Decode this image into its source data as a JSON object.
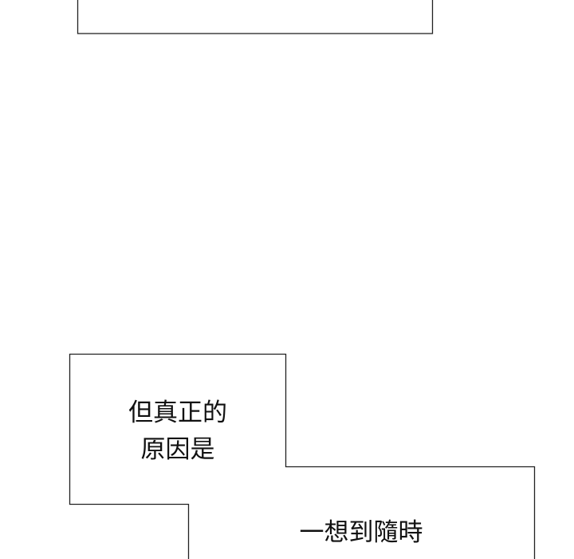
{
  "bubble_1": {
    "lines": [
      "但真正的",
      "原因是"
    ]
  },
  "bubble_2": {
    "lines": [
      "一想到隨時"
    ]
  }
}
